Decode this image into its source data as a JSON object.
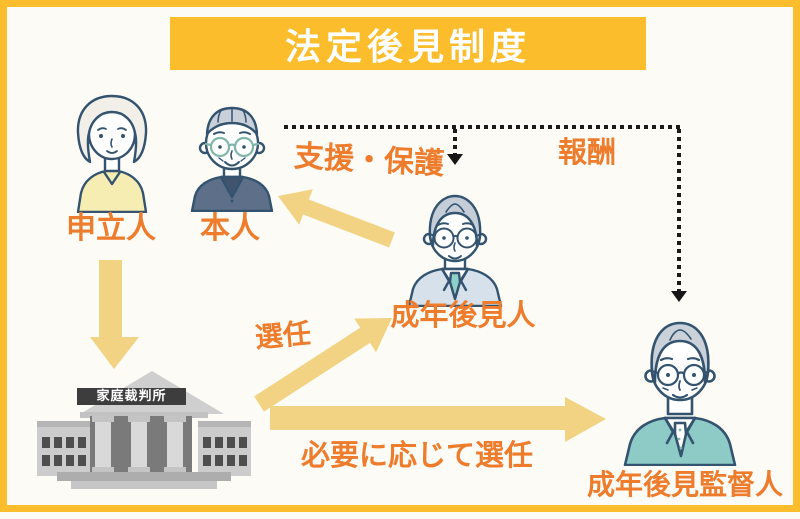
{
  "title": "法定後見制度",
  "actors": {
    "applicant": {
      "label": "申立人"
    },
    "principal": {
      "label": "本人"
    },
    "guardian": {
      "label": "成年後見人"
    },
    "supervisor": {
      "label": "成年後見監督人"
    },
    "court": {
      "label": "家庭裁判所"
    }
  },
  "relations": {
    "support_protect": "支援・保護",
    "reward": "報酬",
    "appoint": "選任",
    "appoint_as_needed": "必要に応じて選任"
  },
  "colors": {
    "frame_amber": "#FBBD2C",
    "arrow_yellow": "#F2D383",
    "label_orange": "#EE7C2D",
    "outline_navy": "#33536F",
    "court_plate": "#3D3D3D",
    "background": "#FDFBF5"
  }
}
